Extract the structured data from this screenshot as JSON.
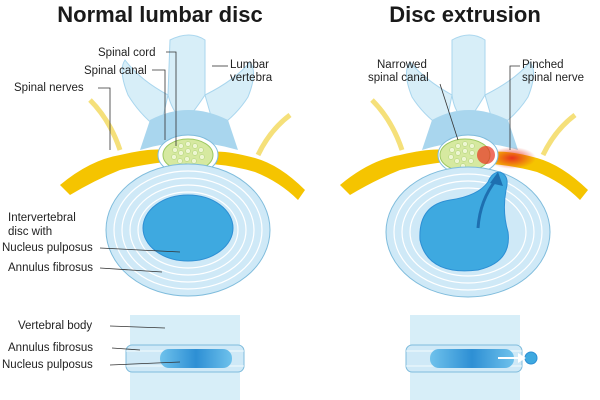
{
  "titles": {
    "normal": "Normal lumbar disc",
    "extrusion": "Disc extrusion"
  },
  "normal_labels": {
    "spinal_cord": "Spinal cord",
    "spinal_canal": "Spinal canal",
    "spinal_nerves": "Spinal nerves",
    "lumbar_vertebra_1": "Lumbar",
    "lumbar_vertebra_2": "vertebra",
    "ivd_1": "Intervertebral",
    "ivd_2": "disc with",
    "nucleus": "Nucleus pulposus",
    "annulus": "Annulus fibrosus"
  },
  "side_labels": {
    "vertebral_body": "Vertebral body",
    "annulus": "Annulus fibrosus",
    "nucleus": "Nucleus pulposus"
  },
  "extrusion_labels": {
    "narrowed_1": "Narrowed",
    "narrowed_2": "spinal canal",
    "pinched_1": "Pinched",
    "pinched_2": "spinal nerve"
  },
  "colors": {
    "bone_light": "#d7eef8",
    "bone_mid": "#a9d6ee",
    "disc_ring": "#ffffff",
    "disc_fill": "#cfe9f7",
    "nucleus": "#3ea9e0",
    "nerve": "#f5c400",
    "cord": "#d6e9a0",
    "pinch": "#e8321e"
  }
}
